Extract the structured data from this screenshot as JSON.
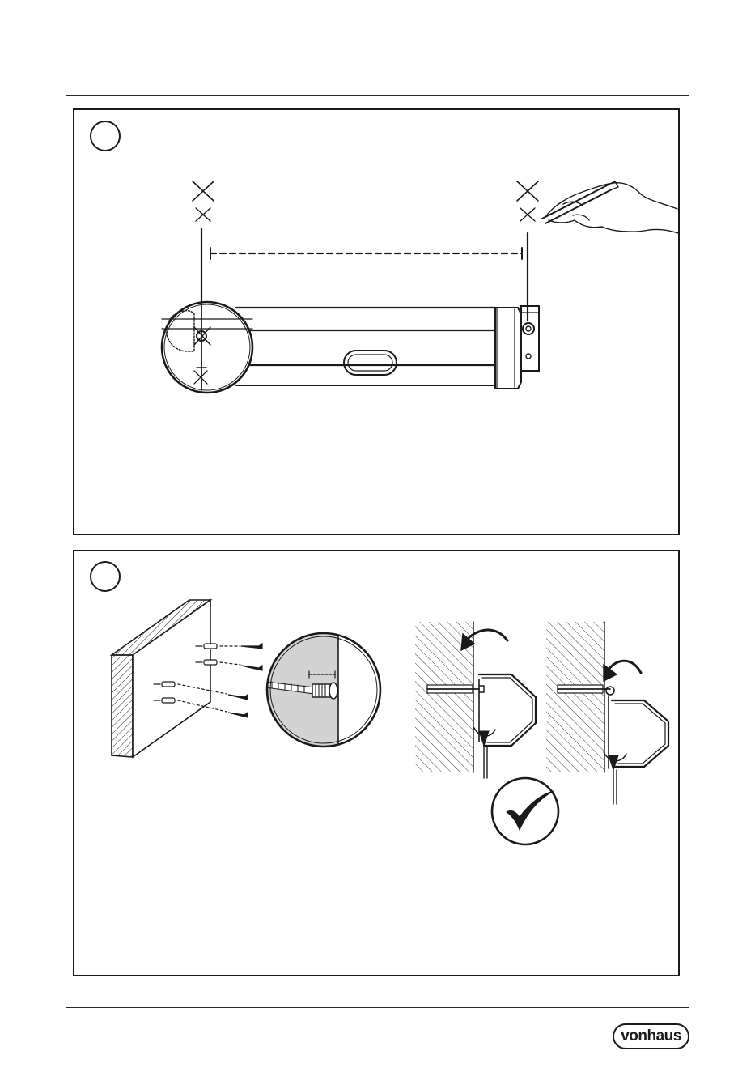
{
  "page": {
    "brand": "vonhaus"
  },
  "steps": [
    {
      "number": "",
      "illustration": "mark-drill-holes-with-pencil"
    },
    {
      "number": "",
      "illustration": "insert-wall-plugs-screws-and-hang-rail"
    }
  ],
  "colors": {
    "line": "#1a1a1a",
    "wall_fill": "#d3d3d3",
    "hatch": "#2a2a2a"
  },
  "icons": [
    "cross-mark-icon",
    "pencil-hand-icon",
    "magnifier-icon",
    "screw-icon",
    "curved-arrow-icon",
    "checkmark-icon"
  ]
}
